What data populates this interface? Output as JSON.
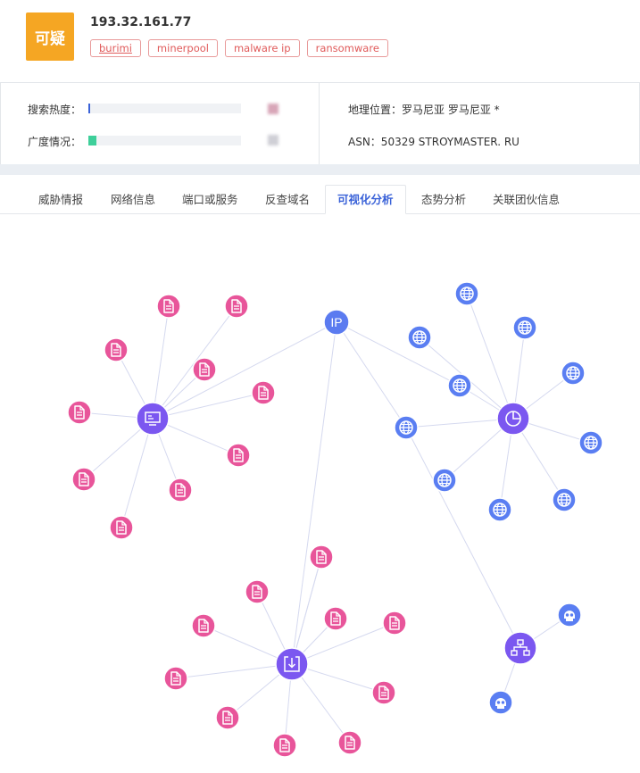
{
  "header": {
    "badge": "可疑",
    "ip": "193.32.161.77",
    "tags": [
      "burimi",
      "minerpool",
      "malware ip",
      "ransomware"
    ]
  },
  "info": {
    "search_heat_label": "搜索热度：",
    "search_heat_level": 0.01,
    "breadth_label": "广度情况：",
    "breadth_level": 0.05,
    "location": "地理位置：罗马尼亚 罗马尼亚 *",
    "asn": "ASN：50329 STROYMASTER. RU"
  },
  "colors": {
    "badge": "#f5a623",
    "tag": "#e05a5a",
    "active_tab": "#3a62d8",
    "heat_bar": "#3a62d8",
    "breadth_bar": "#3ecf9a",
    "hub_node": "#7b57f0",
    "ip_node": "#5b7bf0",
    "file_node": "#e8559a",
    "domain_node": "#5a7ef2",
    "edge": "#d5d9ef"
  },
  "tabs": [
    {
      "label": "威胁情报",
      "active": false
    },
    {
      "label": "网络信息",
      "active": false
    },
    {
      "label": "端口或服务",
      "active": false
    },
    {
      "label": "反查域名",
      "active": false
    },
    {
      "label": "可视化分析",
      "active": true
    },
    {
      "label": "态势分析",
      "active": false
    },
    {
      "label": "关联团伙信息",
      "active": false
    }
  ],
  "graph": {
    "ip_label": "IP",
    "node_icons": {
      "file": "file-icon",
      "domain": "globe-icon",
      "hub_host": "monitor-icon",
      "hub_domain": "clock-icon",
      "hub_download": "download-icon",
      "hub_gang": "network-icon",
      "skull": "skull-icon"
    }
  }
}
